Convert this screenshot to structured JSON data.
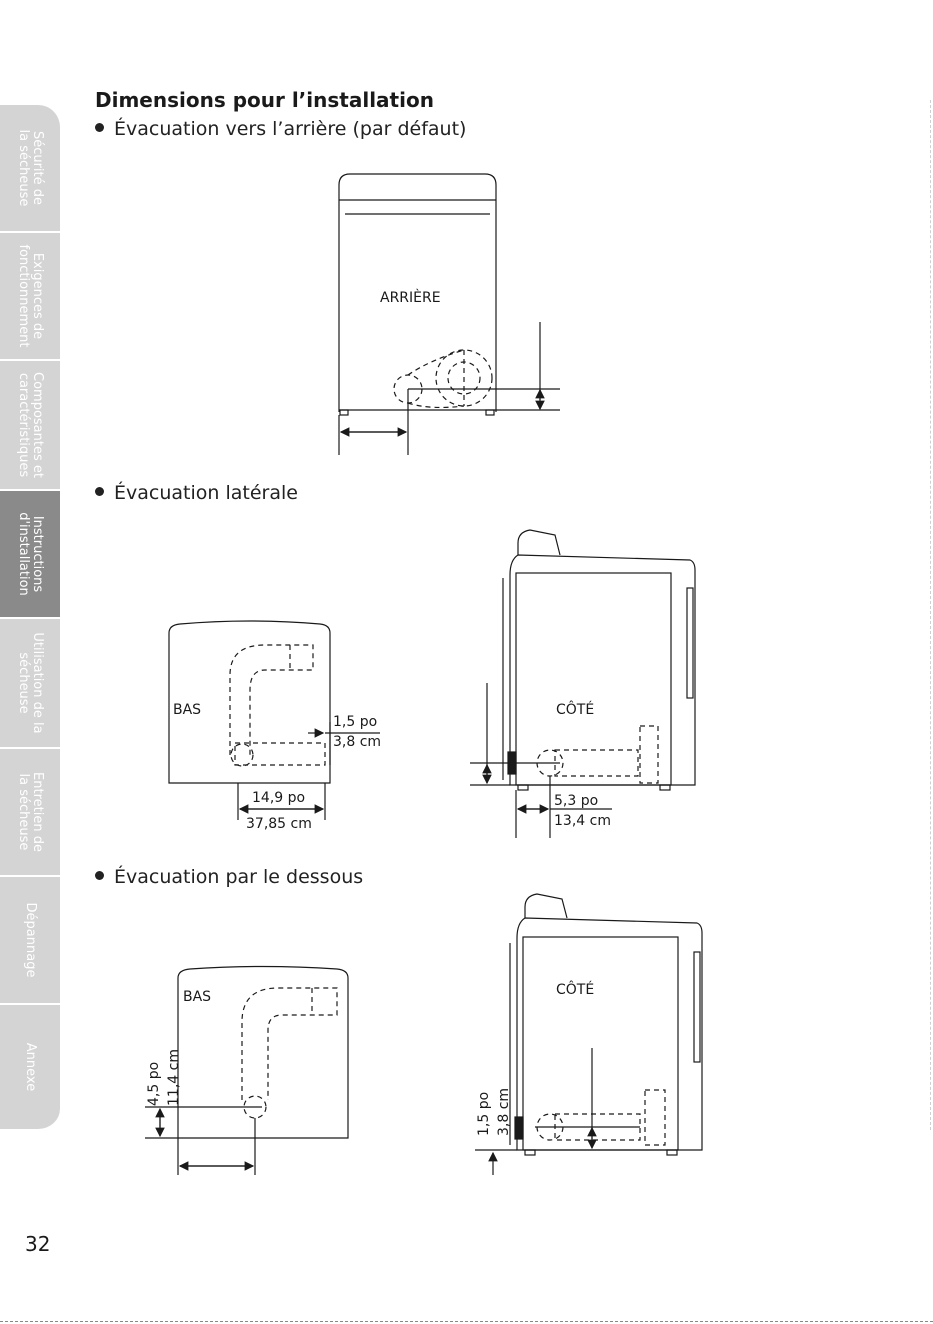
{
  "tabs": [
    {
      "label": "Sécurité de\nla sécheuse",
      "active": false
    },
    {
      "label": "Exigences de\nfonctionnement",
      "active": false
    },
    {
      "label": "Composantes et\ncaractéristiques",
      "active": false
    },
    {
      "label": "Instructions\nd'installation",
      "active": true
    },
    {
      "label": "Utilisation de la\nsécheuse",
      "active": false
    },
    {
      "label": "Entretien de\nla sécheuse",
      "active": false
    },
    {
      "label": "Dépannage",
      "active": false
    },
    {
      "label": "Annexe",
      "active": false
    }
  ],
  "title": "Dimensions pour l’installation",
  "sections": {
    "rear": {
      "heading": "Évacuation vers l’arrière (par défaut)",
      "label": "ARRIÈRE"
    },
    "side": {
      "heading": "Évacuation latérale",
      "bottom_label": "BAS",
      "side_label": "CÔTÉ",
      "dim_15_po": "1,5 po",
      "dim_38_cm": "3,8 cm",
      "dim_149_po": "14,9 po",
      "dim_3785_cm": "37,85 cm",
      "dim_53_po": "5,3 po",
      "dim_134_cm": "13,4 cm"
    },
    "under": {
      "heading": "Évacuation par le dessous",
      "bottom_label": "BAS",
      "side_label": "CÔTÉ",
      "dim_45_po": "4,5 po",
      "dim_114_cm": "11,4 cm",
      "dim_15_po": "1,5 po",
      "dim_38_cm": "3,8 cm"
    }
  },
  "page_number": "32"
}
